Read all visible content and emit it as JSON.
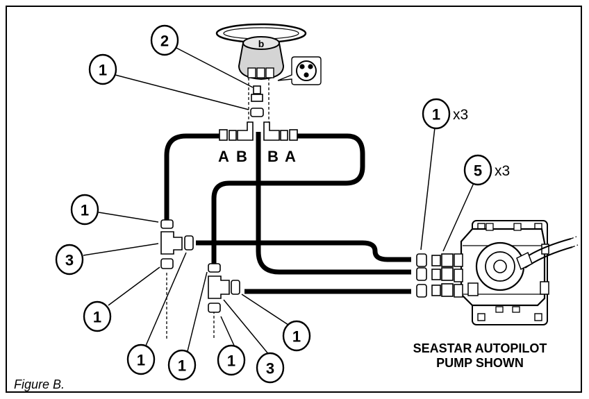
{
  "figure": {
    "caption": "Figure B.",
    "pump_label_line1": "SEASTAR AUTOPILOT",
    "pump_label_line2": "PUMP SHOWN"
  },
  "ports": {
    "a_left": "A",
    "b_left": "B",
    "b_right": "B",
    "a_right": "A"
  },
  "callouts": {
    "helm_fitting": "2",
    "helm_tee_fitting": "1",
    "pump_fittings": "1",
    "pump_fittings_qty": "x3",
    "pump_adapters": "5",
    "pump_adapters_qty": "x3",
    "left_tee_top_fitting": "1",
    "left_tee": "3",
    "left_tee_bottom_fitting": "1",
    "left_tee_side_fitting": "1",
    "right_tee_top_fitting": "1",
    "right_tee_bottom_fitting": "1",
    "right_tee": "3",
    "right_tee_side_fitting": "1"
  },
  "colors": {
    "ink": "#000000",
    "paper": "#ffffff",
    "helm_shade": "#cfcfcf"
  }
}
